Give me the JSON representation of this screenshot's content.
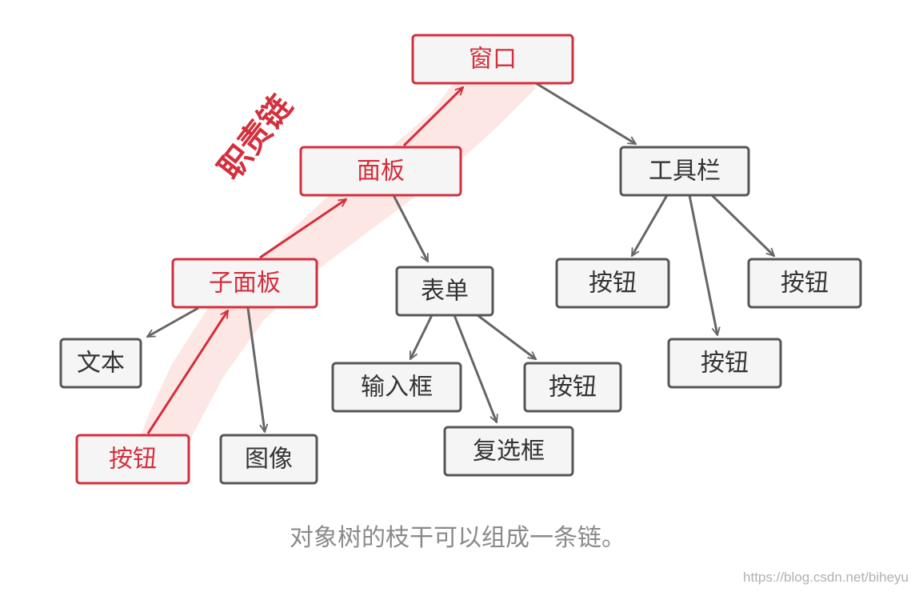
{
  "nodes": {
    "window": "窗口",
    "panel": "面板",
    "toolbar": "工具栏",
    "subpanel": "子面板",
    "form": "表单",
    "toolbar_button_1": "按钮",
    "toolbar_button_2": "按钮",
    "toolbar_button_3": "按钮",
    "text": "文本",
    "image": "图像",
    "button": "按钮",
    "input": "输入框",
    "form_button": "按钮",
    "checkbox": "复选框"
  },
  "chain_label": "职责链",
  "caption": "对象树的枝干可以组成一条链。",
  "watermark": "https://blog.csdn.net/biheyu",
  "colors": {
    "highlight": "#d32f3c",
    "normal_border": "#555555",
    "box_fill": "#f5f5f5",
    "chain_band": "#fde3e1",
    "caption": "#8a8a8a"
  }
}
